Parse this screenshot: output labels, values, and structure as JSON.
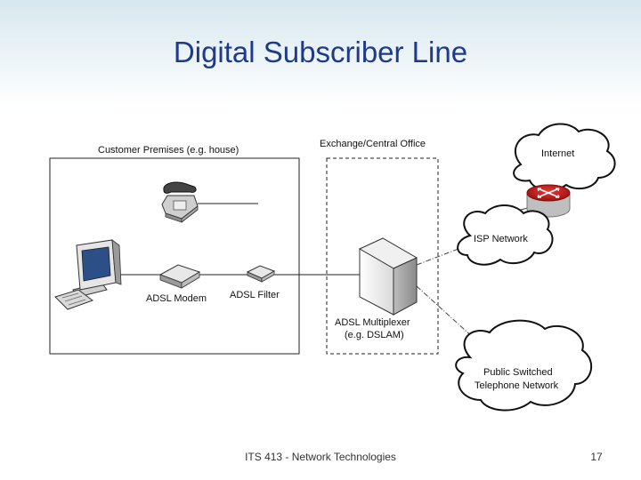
{
  "slide": {
    "title": "Digital Subscriber Line",
    "footer": "ITS 413 - Network Technologies",
    "page_number": "17"
  },
  "diagram": {
    "customer_premises_label": "Customer Premises (e.g. house)",
    "exchange_label": "Exchange/Central Office",
    "internet_label": "Internet",
    "isp_label": "ISP Network",
    "pstn_label_line1": "Public Switched",
    "pstn_label_line2": "Telephone Network",
    "modem_label": "ADSL Modem",
    "filter_label": "ADSL Filter",
    "dslam_label_line1": "ADSL Multiplexer",
    "dslam_label_line2": "(e.g. DSLAM)",
    "icons": [
      "telephone-icon",
      "computer-icon",
      "modem-icon",
      "filter-icon",
      "dslam-server-icon",
      "router-icon",
      "cloud-icon"
    ]
  }
}
